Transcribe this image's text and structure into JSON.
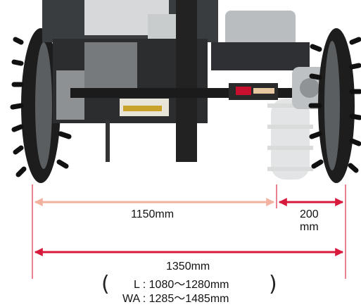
{
  "colors": {
    "dimension_arrow_light": "#f3b2a0",
    "dimension_arrow_dark": "#d7193b",
    "machine_metal": "#2a2a2a",
    "machine_silver": "#b9bdc0",
    "logo_red": "#c8102e"
  },
  "dimensions": {
    "inner_width": "1150mm",
    "wheel_offset_value": "200",
    "wheel_offset_unit": "mm",
    "overall_width": "1350mm",
    "range_L": "L : 1080～1280mm",
    "range_WA": "WA : 1285～1485mm"
  }
}
